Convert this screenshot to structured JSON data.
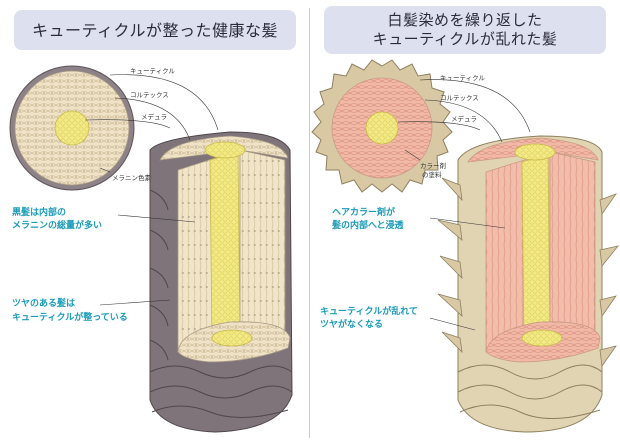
{
  "left": {
    "title": "キューティクルが整った健康な髪",
    "labels": {
      "cuticle": "キューティクル",
      "cortex": "コルテックス",
      "medulla": "メデュラ",
      "melanin": "メラニン色素"
    },
    "notes": {
      "black_hair_1": "黒髪は内部の",
      "black_hair_2": "メラニンの総量が多い",
      "gloss_1": "ツヤのある髪は",
      "gloss_2": "キューティクルが整っている"
    }
  },
  "right": {
    "title_line1": "白髪染めを繰り返した",
    "title_line2": "キューティクルが乱れた髪",
    "labels": {
      "cuticle": "キューティクル",
      "cortex": "コルテックス",
      "medulla": "メデュラ",
      "colorant_1": "カラー剤",
      "colorant_2": "の塗料"
    },
    "notes": {
      "color_1": "ヘアカラー剤が",
      "color_2": "髪の内部へと浸透",
      "disorder_1": "キューティクルが乱れて",
      "disorder_2": "ツヤがなくなる"
    }
  },
  "colors": {
    "title_bg": "#dde0ee",
    "accent_text": "#1a9bb8",
    "healthy_cuticle": "#8c8287",
    "healthy_cortex": "#efe2c6",
    "damaged_cuticle": "#d8c9a4",
    "damaged_cortex": "#f1b8a6",
    "medulla": "#f3ea86"
  }
}
